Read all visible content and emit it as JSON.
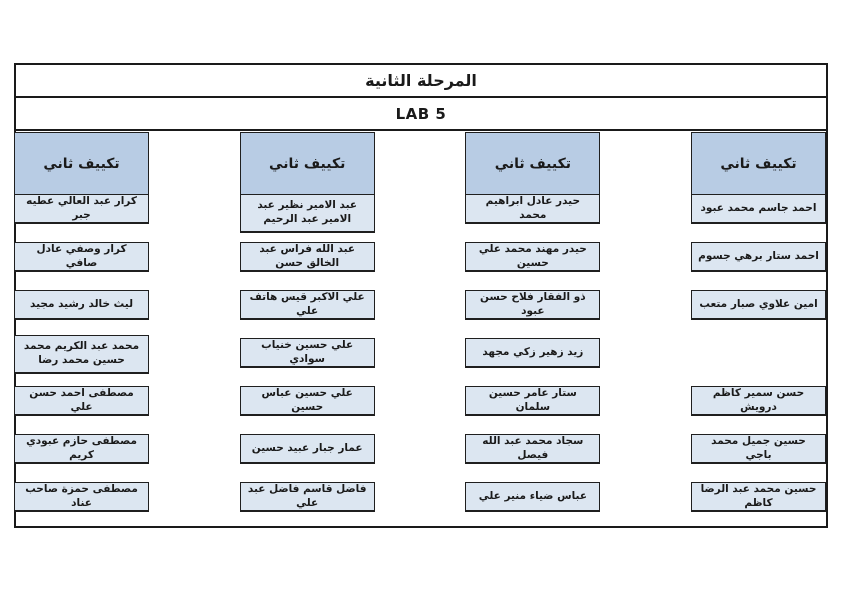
{
  "document": {
    "title": "المرحلة الثانية",
    "lab_label": "LAB 5"
  },
  "colors": {
    "header_fill": "#B8CCE4",
    "cell_fill": "#DCE6F1",
    "border": "#1F1F1F",
    "page_background": "#FFFFFF"
  },
  "columns": [
    {
      "header": "تكييف ثاني",
      "students": [
        {
          "row": 1,
          "name": "احمد جاسم محمد عبود"
        },
        {
          "row": 2,
          "name": "احمد ستار برهي جسوم"
        },
        {
          "row": 3,
          "name": "امين علاوي صبار متعب"
        },
        {
          "row": 5,
          "name": "حسن سمير كاظم درويش"
        },
        {
          "row": 6,
          "name": "حسين جميل محمد باجي"
        },
        {
          "row": 7,
          "name": "حسين محمد عبد الرضا كاظم"
        }
      ]
    },
    {
      "header": "تكييف ثاني",
      "students": [
        {
          "row": 1,
          "name": "حيدر عادل ابراهيم محمد"
        },
        {
          "row": 2,
          "name": "حيدر مهند محمد علي حسين"
        },
        {
          "row": 3,
          "name": "ذو الفقار فلاح حسن عبود"
        },
        {
          "row": 4,
          "name": "زيد زهير زكي مجهد"
        },
        {
          "row": 5,
          "name": "ستار عامر حسين سلمان"
        },
        {
          "row": 6,
          "name": "سجاد محمد عبد الله فيصل"
        },
        {
          "row": 7,
          "name": "عباس ضياء منير علي"
        }
      ]
    },
    {
      "header": "تكييف ثاني",
      "students": [
        {
          "row": 1,
          "name": "عبد الامير نظير عبد الامير عبد الرحيم",
          "tall": true
        },
        {
          "row": 2,
          "name": "عبد الله فراس عبد الخالق حسن"
        },
        {
          "row": 3,
          "name": "علي الاكبر قيس هاتف علي"
        },
        {
          "row": 4,
          "name": "علي حسين خنياب سوادي"
        },
        {
          "row": 5,
          "name": "علي حسين عباس حسين"
        },
        {
          "row": 6,
          "name": "عمار جبار عبيد حسين"
        },
        {
          "row": 7,
          "name": "فاضل قاسم فاضل عبد علي"
        }
      ]
    },
    {
      "header": "تكييف ثاني",
      "students": [
        {
          "row": 1,
          "name": "كرار عبد العالي عطيه جبر"
        },
        {
          "row": 2,
          "name": "كرار وصفي عادل صافي"
        },
        {
          "row": 3,
          "name": "ليث خالد رشيد مجيد"
        },
        {
          "row": 4,
          "name": "محمد عبد الكريم محمد حسين محمد رضا",
          "tall": true
        },
        {
          "row": 5,
          "name": "مصطفى احمد حسن علي"
        },
        {
          "row": 6,
          "name": "مصطفى حازم عبودي كريم"
        },
        {
          "row": 7,
          "name": "مصطفى حمزة صاحب عناد"
        }
      ]
    }
  ]
}
